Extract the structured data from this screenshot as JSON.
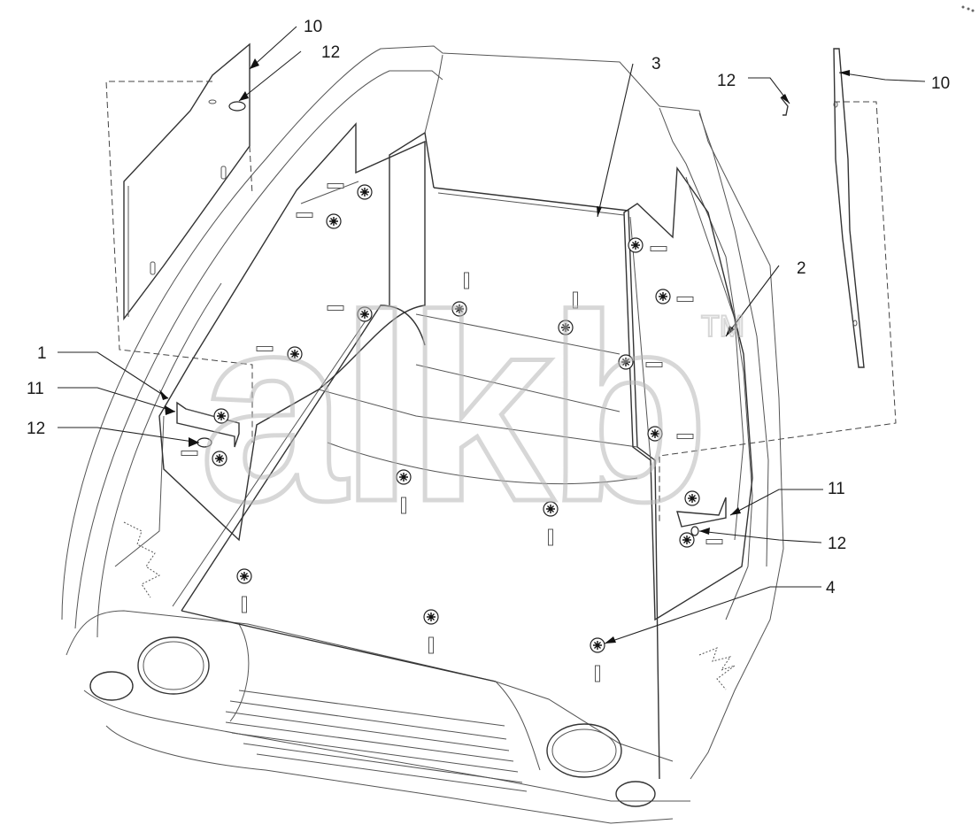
{
  "diagram": {
    "callouts": {
      "c1": "1",
      "c2": "2",
      "c3": "3",
      "c4": "4",
      "c10_left": "10",
      "c10_right": "10",
      "c11_left": "11",
      "c11_right": "11",
      "c12_top_left": "12",
      "c12_top_right": "12",
      "c12_left": "12",
      "c12_right": "12"
    },
    "watermark": {
      "text": "alkb",
      "mark": "TM"
    },
    "colors": {
      "line": "#333333",
      "watermark": "#c8c8c8",
      "background": "#ffffff"
    }
  }
}
